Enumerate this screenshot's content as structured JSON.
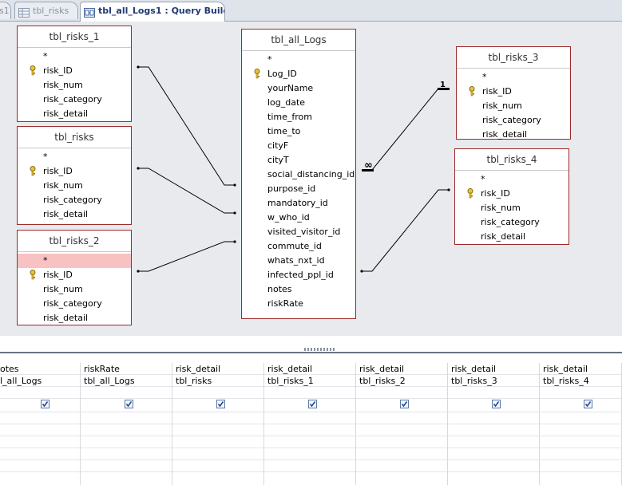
{
  "tabs": [
    {
      "label": "s1"
    },
    {
      "label": "tbl_risks"
    },
    {
      "label": "tbl_all_Logs1 : Query Builder"
    }
  ],
  "tables": {
    "tbl_risks_1": {
      "title": "tbl_risks_1",
      "fields": [
        "*",
        "risk_ID",
        "risk_num",
        "risk_category",
        "risk_detail"
      ]
    },
    "tbl_risks": {
      "title": "tbl_risks",
      "fields": [
        "*",
        "risk_ID",
        "risk_num",
        "risk_category",
        "risk_detail"
      ]
    },
    "tbl_risks_2": {
      "title": "tbl_risks_2",
      "fields": [
        "*",
        "risk_ID",
        "risk_num",
        "risk_category",
        "risk_detail"
      ]
    },
    "tbl_all_Logs": {
      "title": "tbl_all_Logs",
      "fields": [
        "*",
        "Log_ID",
        "yourName",
        "log_date",
        "time_from",
        "time_to",
        "cityF",
        "cityT",
        "social_distancing_id",
        "purpose_id",
        "mandatory_id",
        "w_who_id",
        "visited_visitor_id",
        "commute_id",
        "whats_nxt_id",
        "infected_ppl_id",
        "notes",
        "riskRate"
      ]
    },
    "tbl_risks_3": {
      "title": "tbl_risks_3",
      "fields": [
        "*",
        "risk_ID",
        "risk_num",
        "risk_category",
        "risk_detail"
      ]
    },
    "tbl_risks_4": {
      "title": "tbl_risks_4",
      "fields": [
        "*",
        "risk_ID",
        "risk_num",
        "risk_category",
        "risk_detail"
      ]
    }
  },
  "join_labels": {
    "one": "1",
    "many": "∞"
  },
  "grid": {
    "columns": [
      {
        "field": "otes",
        "table": "l_all_Logs"
      },
      {
        "field": "riskRate",
        "table": "tbl_all_Logs"
      },
      {
        "field": "risk_detail",
        "table": "tbl_risks"
      },
      {
        "field": "risk_detail",
        "table": "tbl_risks_1"
      },
      {
        "field": "risk_detail",
        "table": "tbl_risks_2"
      },
      {
        "field": "risk_detail",
        "table": "tbl_risks_3"
      },
      {
        "field": "risk_detail",
        "table": "tbl_risks_4"
      }
    ]
  },
  "colors": {
    "table_border": "#9b2b2b",
    "selected_row": "#f8c2c2",
    "canvas": "#e8eaee",
    "tab_active_text": "#1f3a73"
  }
}
